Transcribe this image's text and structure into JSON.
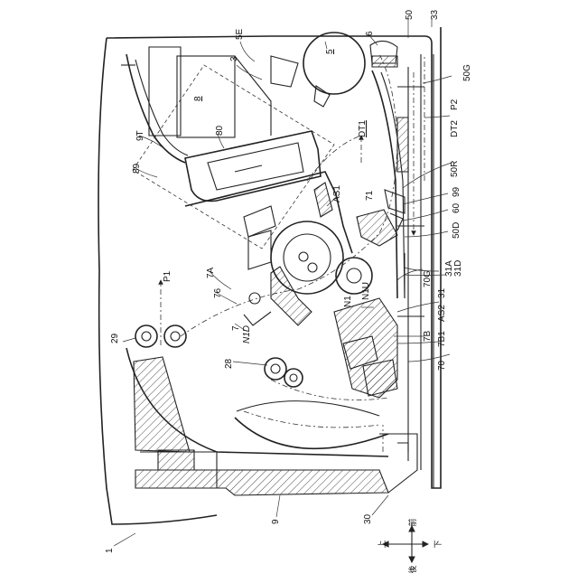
{
  "labels": {
    "l1": "1",
    "l3": "3",
    "l5": "5",
    "l5E": "5E",
    "l6": "6",
    "l7": "7",
    "l7A": "7A",
    "l7B": "7B",
    "l7B1": "7B1",
    "l8": "8",
    "l9": "9",
    "l9T": "9T",
    "l28": "28",
    "l29": "29",
    "l30": "30",
    "l31": "31",
    "l31A": "31A",
    "l31D": "31D",
    "l33": "33",
    "l50": "50",
    "l50D": "50D",
    "l50G": "50G",
    "l50R": "50R",
    "l60": "60",
    "l70": "70",
    "l70G": "70G",
    "l71": "71",
    "l76": "76",
    "l80": "80",
    "l89": "89",
    "l99": "99",
    "lAS1": "AS1",
    "lAS2": "AS2",
    "lDT1": "DT1",
    "lDT2": "DT2",
    "lN1": "N1",
    "lN1D": "N1D",
    "lN1U": "N1U",
    "lP1": "P1",
    "lP2": "P2"
  },
  "orientation": {
    "up": "上",
    "down": "下",
    "front": "前",
    "rear": "後"
  }
}
